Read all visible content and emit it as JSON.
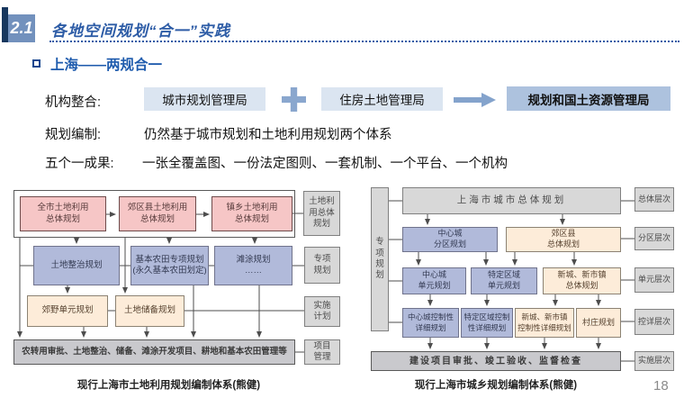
{
  "header": {
    "badge": "2.1",
    "title": "各地空间规划“合一”实践",
    "bullet": "上海——两规合一"
  },
  "integration": {
    "label": "机构整合:",
    "box1": "城市规划管理局",
    "box2": "住房土地管理局",
    "result": "规划和国土资源管理局"
  },
  "compilation": {
    "label": "规划编制:",
    "text": "仍然基于城市规划和土地利用规划两个体系"
  },
  "five_one": {
    "label": "五个一成果:",
    "text": "一张全覆盖图、一份法定图则、一套机制、一个平台、一个机构"
  },
  "left_diagram": {
    "caption": "现行上海市土地利用规划编制体系(熊健)",
    "boxes": {
      "city_master": "全市土地利用\n总体规划",
      "district_master": "郊区县土地利用\n总体规划",
      "town_master": "镇乡土地利用\n总体规划",
      "land_consolidation": "土地整治规划",
      "basic_farmland": "基本农田专项规划\n(永久基本农田划定)",
      "mudflat": "滩涂规划\n……",
      "rural_unit": "郊野单元规划",
      "land_reserve": "土地储备规划",
      "project_bar": "农转用审批、土地整治、储备、滩涂开发项目、耕地和基本农田管理等"
    },
    "labels": {
      "overall": "土地利\n用总体\n规划",
      "special": "专项\n规划",
      "implementation": "实施\n计划",
      "project": "项目\n管理"
    }
  },
  "right_diagram": {
    "caption": "现行上海市城乡规划编制体系(熊健)",
    "boxes": {
      "special_vertical": "专项\n规划",
      "city_master": "上海市城市总体规划",
      "central_district": "中心城\n分区规划",
      "suburban_master": "郊区县\n总体规划",
      "central_unit": "中心城\n单元规划",
      "special_area_unit": "特定区域\n单元规划",
      "newtown_master": "新城、新市镇\n总体规划",
      "central_detailed": "中心城控制性\n详细规划",
      "special_area_detailed": "特定区域控制\n性详细规划",
      "newtown_detailed": "新城、新市镇\n控制性详细规划",
      "village": "村庄规划",
      "implementation_bar": "建设项目审批、竣工验收、监督检查"
    },
    "labels": {
      "overall": "总体层次",
      "district": "分区层次",
      "unit": "单元层次",
      "detailed": "控详层次",
      "implementation": "实施层次"
    }
  },
  "footer": {
    "page_number": "18"
  }
}
